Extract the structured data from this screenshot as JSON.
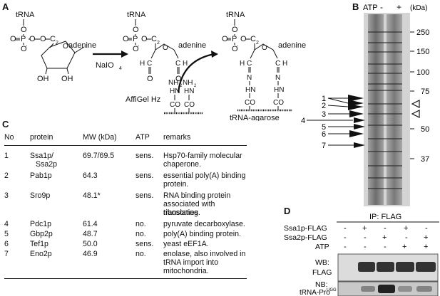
{
  "panels": {
    "A": "A",
    "B": "B",
    "C": "C",
    "D": "D"
  },
  "panel_a": {
    "trna_1": "tRNA",
    "trna_2": "tRNA",
    "trna_3": "tRNA",
    "adenine_1": "adenine",
    "adenine_2": "adenine",
    "adenine_3": "adenine",
    "reagent": "NaIO",
    "reagent_sub": "4",
    "affigel": "AffiGel Hz",
    "product": "tRNA-agarose",
    "o_minus": "O",
    "atoms": {
      "o": "O",
      "p": "P",
      "c": "C",
      "h": "H",
      "n": "N",
      "oh": "OH",
      "nh2": "NH",
      "two": "2",
      "ch2": "CH",
      "co": "CO",
      "hn": "HN"
    }
  },
  "panel_b": {
    "atp_label": "ATP",
    "minus": "-",
    "plus": "+",
    "unit": "(kDa)",
    "markers": [
      "250",
      "150",
      "100",
      "75",
      "50",
      "37"
    ],
    "bands": [
      "1",
      "2",
      "3",
      "4",
      "5",
      "6",
      "7"
    ]
  },
  "panel_c": {
    "headers": {
      "no": "No",
      "protein": "protein",
      "mw": "MW (kDa)",
      "atp": "ATP",
      "remarks": "remarks"
    },
    "rows": [
      {
        "no": "1",
        "protein": "Ssa1p/",
        "protein2": "Ssa2p",
        "mw": "69.7/69.5",
        "atp": "sens.",
        "remarks": "Hsp70-family molecular",
        "remarks2": "chaperone.",
        "remarks3": ""
      },
      {
        "no": "2",
        "protein": "Pab1p",
        "protein2": "",
        "mw": "64.3",
        "atp": "sens.",
        "remarks": "essential poly(A) binding",
        "remarks2": "protein.",
        "remarks3": ""
      },
      {
        "no": "3",
        "protein": "Sro9p",
        "protein2": "",
        "mw": "48.1*",
        "atp": "sens.",
        "remarks": "RNA binding protein",
        "remarks2": "associated with translating",
        "remarks3": "ribosomes."
      },
      {
        "no": "4",
        "protein": "Pdc1p",
        "protein2": "",
        "mw": "61.4",
        "atp": "no.",
        "remarks": "pyruvate decarboxylase.",
        "remarks2": "",
        "remarks3": ""
      },
      {
        "no": "5",
        "protein": "Gbp2p",
        "protein2": "",
        "mw": "48.7",
        "atp": "no.",
        "remarks": "poly(A) binding protein.",
        "remarks2": "",
        "remarks3": ""
      },
      {
        "no": "6",
        "protein": "Tef1p",
        "protein2": "",
        "mw": "50.0",
        "atp": "sens.",
        "remarks": "yeast eEF1A.",
        "remarks2": "",
        "remarks3": ""
      },
      {
        "no": "7",
        "protein": "Eno2p",
        "protein2": "",
        "mw": "46.9",
        "atp": "no.",
        "remarks": "enolase, also involved in",
        "remarks2": "tRNA import into",
        "remarks3": "mitochondria."
      }
    ]
  },
  "panel_d": {
    "title": "IP: FLAG",
    "row_labels": [
      "Ssa1p-FLAG",
      "Ssa2p-FLAG",
      "ATP"
    ],
    "signs": [
      [
        "-",
        "+",
        "-",
        "+",
        "-"
      ],
      [
        "-",
        "-",
        "+",
        "-",
        "+"
      ],
      [
        "-",
        "-",
        "-",
        "+",
        "+"
      ]
    ],
    "wb_label": "WB:",
    "wb_label2": "FLAG",
    "nb_label": "NB:",
    "nb_label2": "tRNA-Pro",
    "nb_super": "UGG"
  }
}
